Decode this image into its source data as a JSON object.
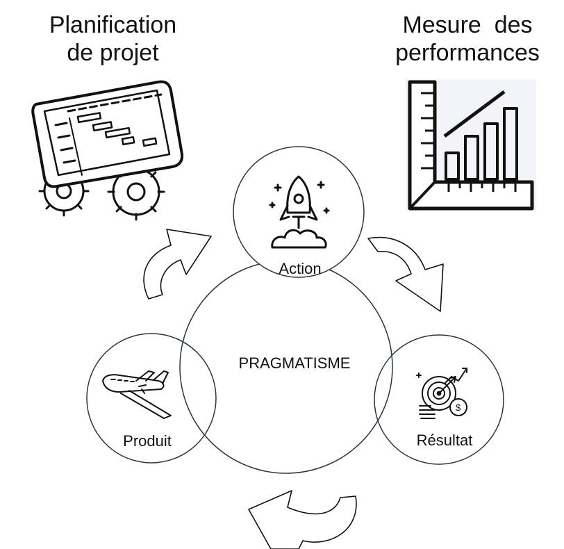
{
  "titles": {
    "top_left": [
      "Planification",
      "de projet"
    ],
    "top_right": [
      "Mesure  des",
      "performances"
    ]
  },
  "center_label": "PRAGMATISME",
  "nodes": {
    "action": "Action",
    "resultat": "Résultat",
    "produit": "Produit"
  },
  "icons": [
    "gantt-tablet-gears-icon",
    "bar-chart-ruler-icon",
    "rocket-launch-icon",
    "target-coins-icon",
    "airplane-icon"
  ],
  "colors": {
    "circle_stroke": "#2a3442",
    "text": "#111111",
    "icon_stroke": "#111111"
  }
}
